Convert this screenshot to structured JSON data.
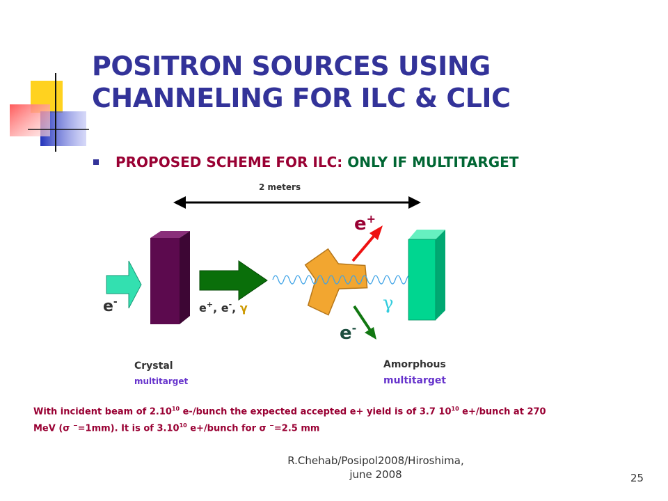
{
  "slide": {
    "title_line1": "POSITRON SOURCES USING",
    "title_line2": "CHANNELING FOR ILC & CLIC",
    "bullet_lead": "PROPOSED SCHEME FOR ILC:",
    "bullet_emphasis": "ONLY IF MULTITARGET"
  },
  "diagram": {
    "distance_label": "2 meters",
    "incident_label": "e",
    "incident_sign": "-",
    "mixed_beam": {
      "p1": "e",
      "s1": "+",
      "sep1": ", ",
      "p2": "e",
      "s2": "-",
      "sep2": ", ",
      "p3": "γ"
    },
    "positron_label": "e",
    "positron_sign": "+",
    "electron_label": "e",
    "electron_sign": "-",
    "gamma_label": "γ",
    "crystal_name": "Crystal",
    "crystal_sub": "multitarget",
    "amorphous_name": "Amorphous",
    "amorphous_sub": "multitarget",
    "colors": {
      "crystal": "#5c0a4e",
      "amorphous": "#00d690",
      "incident_arrow": "#33e0b0",
      "green_arrow": "#0a6f0a",
      "positron_arrow": "#ee1111",
      "electron_arrow": "#117711",
      "magnet": "#f2a630",
      "wave": "#3fa3e6"
    }
  },
  "note": {
    "t1": "With incident beam of 2.10",
    "exp1": "10",
    "t2": " e-/bunch the expected accepted e+ yield is of 3.7 10",
    "exp2": "10",
    "t3": " e+/bunch at 270",
    "t4": "MeV (σ ",
    "sub1": "−",
    "t5": "=1mm). It is of 3.10",
    "exp3": "10",
    "t6": " e+/bunch for σ ",
    "sub2": "−",
    "t7": "=2.5 mm"
  },
  "footer": {
    "line1": "R.Chehab/Posipol2008/Hiroshima,",
    "line2": "june 2008",
    "page": "25"
  }
}
